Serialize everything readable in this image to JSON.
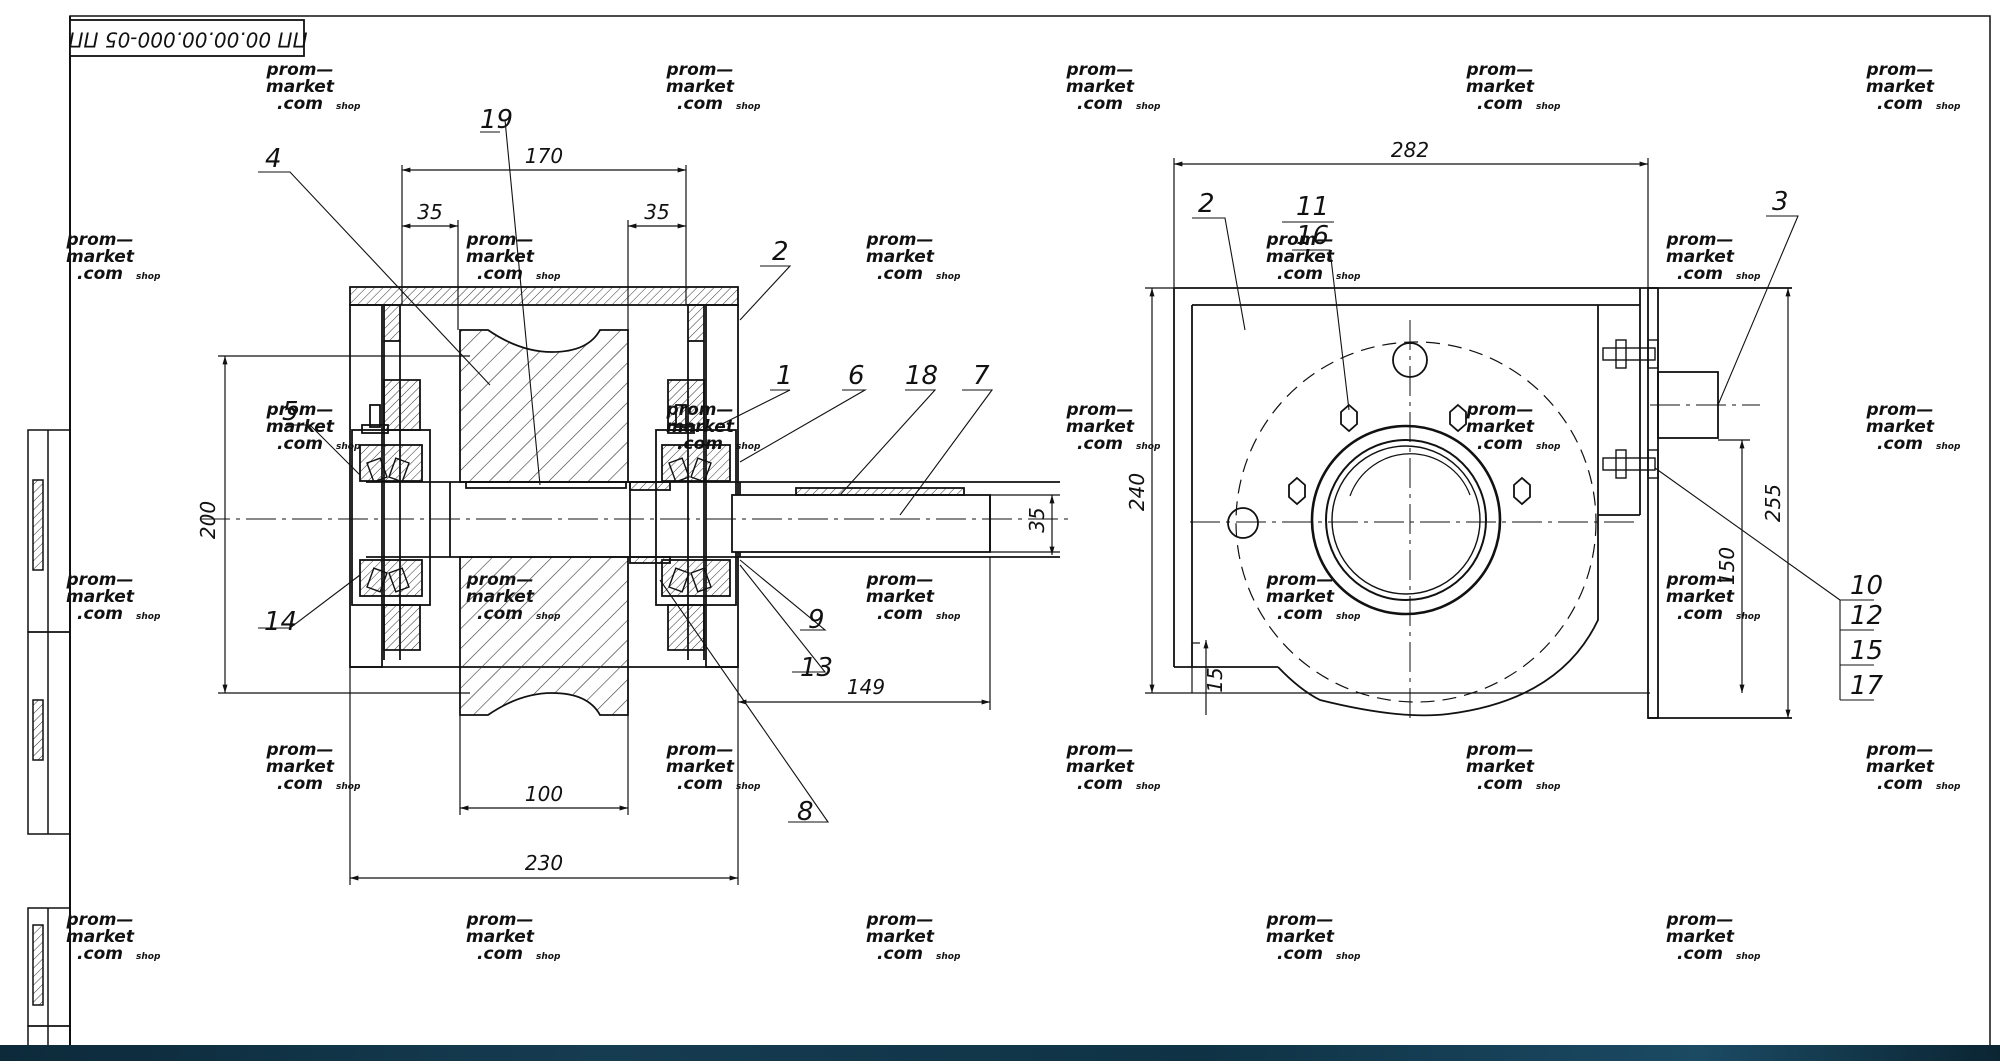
{
  "drawing": {
    "document_code": "ПП 00.00.00.000-05 ПП",
    "left_view": {
      "dimensions": [
        "170",
        "35",
        "35",
        "200",
        "100",
        "230",
        "149",
        "35"
      ],
      "callouts": [
        "19",
        "4",
        "2",
        "1",
        "6",
        "18",
        "7",
        "5",
        "14",
        "9",
        "13",
        "8"
      ]
    },
    "right_view": {
      "dimensions": [
        "282",
        "240",
        "255",
        "150",
        "15"
      ],
      "callouts": [
        "2",
        "11",
        "16",
        "3",
        "10",
        "12",
        "15",
        "17"
      ]
    },
    "watermark": {
      "line1": "prom—",
      "line2": "market",
      "line3": ".com",
      "suffix": "shop"
    },
    "colors": {
      "line": "#111111",
      "hatch": "#333333",
      "watermark": "#d7d7d7",
      "strip": "#143a4f"
    }
  }
}
